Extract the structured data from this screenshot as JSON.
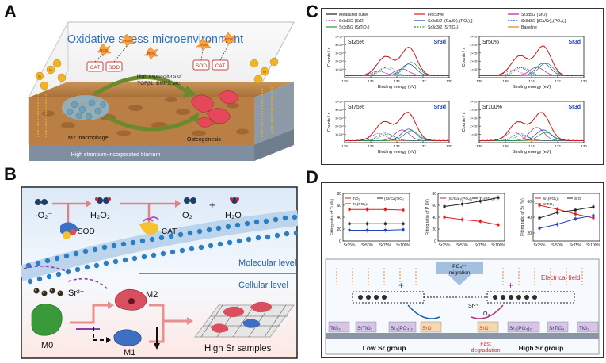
{
  "panels": {
    "a": {
      "letter": "A"
    },
    "b": {
      "letter": "B"
    },
    "c": {
      "letter": "C"
    },
    "d": {
      "letter": "D"
    }
  },
  "panel_a": {
    "banner": "Oxidative stress microenvironment",
    "expression_line1": "High expressions of",
    "expression_line2": "TGFβ1, BMP2, etc.",
    "cat": "CAT",
    "sod": "SOD",
    "ros": "ROS",
    "m2_label": "M2 macrophage",
    "osteo_label": "Osteogenesis",
    "substrate": "High strontium-incorporated titanium",
    "ion": "Sr"
  },
  "panel_b": {
    "o2_radical": "·O₂⁻",
    "h2o2": "H₂O₂",
    "o2": "O₂",
    "plus": "+",
    "h2o": "H₂O",
    "sod": "SOD",
    "cat": "CAT",
    "molecular": "Molecular level",
    "sr_ion": "Sr²⁺",
    "cellular": "Cellular level",
    "m0": "M0",
    "m1": "M1",
    "m2": "M2",
    "samples": "High Sr samples"
  },
  "panel_c": {
    "legend": [
      {
        "label": "Measured curve",
        "color": "#222222",
        "dash": false
      },
      {
        "label": "Fit curve",
        "color": "#e31a1c",
        "dash": false
      },
      {
        "label": "Sr3d5/2 (SrO)",
        "color": "#b0208f",
        "dash": false
      },
      {
        "label": "Sr3d3/2 (SrO)",
        "color": "#b0208f",
        "dash": true
      },
      {
        "label": "Sr3d5/2 [(Ca/Sr)₃(PO₄)₂]",
        "color": "#1f3fbf",
        "dash": false
      },
      {
        "label": "Sr3d3/2 [(Ca/Sr)₃(PO₄)₂]",
        "color": "#1f3fbf",
        "dash": true
      },
      {
        "label": "Sr3d5/2 (SrTiO₃)",
        "color": "#1a9a3a",
        "dash": false
      },
      {
        "label": "Sr3d3/2 (SrTiO₃)",
        "color": "#1a9a3a",
        "dash": true
      },
      {
        "label": "Baseline",
        "color": "#e08a00",
        "dash": false
      }
    ],
    "ylabel": "Counts / s",
    "xlabel": "Binding energy (eV)",
    "tag": "Sr3d",
    "xticks": [
      "138",
      "136",
      "134",
      "132",
      "130"
    ],
    "yticks": [
      "1×10⁴",
      "2×10⁴",
      "3×10⁴",
      "4×10⁴",
      "5×10⁴"
    ],
    "samples": [
      "Sr25%",
      "Sr50%",
      "Sr75%",
      "Sr100%"
    ]
  },
  "panel_d": {
    "charts": [
      {
        "ylabel": "Fitting ratio of Ti (%)",
        "legend": [
          "TiO₂",
          "(Sr/Ca)TiO₃",
          "Ti₃(PO₄)₄"
        ],
        "yticks": [
          "0",
          "20",
          "40",
          "60",
          "80"
        ],
        "xticks": [
          "Sr25%",
          "Sr50%",
          "Sr75%",
          "Sr100%"
        ]
      },
      {
        "ylabel": "Fitting ratio of P (%)",
        "legend": [
          "(Sr/Ca)₃(PO₄)₂",
          "Ti₃(PO₄)₄"
        ],
        "yticks": [
          "0",
          "20",
          "40",
          "60",
          "80"
        ],
        "xticks": [
          "Sr25%",
          "Sr50%",
          "Sr75%",
          "Sr100%"
        ]
      },
      {
        "ylabel": "Fitting ratio of Sr (%)",
        "legend": [
          "Sr₃(PO₄)₂",
          "SrO",
          "SrTiO₃"
        ],
        "yticks": [
          "20",
          "40",
          "60"
        ],
        "xticks": [
          "Sr25%",
          "Sr50%",
          "Sr75%",
          "Sr100%"
        ]
      }
    ],
    "diagram": {
      "migration_line1": "PO₄³⁻",
      "migration_line2": "migration",
      "field": "Electrical field",
      "sr_ion": "Sr²⁺",
      "o2": "O₂",
      "plus": "+",
      "compounds_left": [
        "TiO₂",
        "SrTiO₃",
        "Sr₃(PO₄)₂",
        "SrO"
      ],
      "compounds_right": [
        "SrO",
        "Sr₃(PO₄)₂",
        "SrTiO₃",
        "TiO₂"
      ],
      "fast_line1": "Fast",
      "fast_line2": "degradation",
      "low": "Low Sr group",
      "high": "High Sr group"
    }
  },
  "chart_data": [
    {
      "type": "line",
      "title": "",
      "xlabel": "",
      "ylabel": "Fitting ratio of Ti (%)",
      "categories": [
        "Sr25%",
        "Sr50%",
        "Sr75%",
        "Sr100%"
      ],
      "ylim": [
        0,
        80
      ],
      "series": [
        {
          "name": "TiO₂",
          "values": [
            53,
            53,
            53,
            52
          ],
          "color": "#e31a1c"
        },
        {
          "name": "(Sr/Ca)TiO₃",
          "values": [
            29,
            29,
            29,
            29
          ],
          "color": "#222222"
        },
        {
          "name": "Ti₃(PO₄)₄",
          "values": [
            18,
            18,
            18,
            19
          ],
          "color": "#1f3fbf"
        }
      ]
    },
    {
      "type": "line",
      "title": "",
      "xlabel": "",
      "ylabel": "Fitting ratio of P (%)",
      "categories": [
        "Sr25%",
        "Sr50%",
        "Sr75%",
        "Sr100%"
      ],
      "ylim": [
        0,
        80
      ],
      "series": [
        {
          "name": "(Sr/Ca)₃(PO₄)₂",
          "values": [
            40,
            36,
            33,
            27
          ],
          "color": "#e31a1c"
        },
        {
          "name": "Ti₃(PO₄)₄",
          "values": [
            58,
            62,
            67,
            73
          ],
          "color": "#222222"
        }
      ]
    },
    {
      "type": "line",
      "title": "",
      "xlabel": "",
      "ylabel": "Fitting ratio of Sr (%)",
      "categories": [
        "Sr25%",
        "Sr50%",
        "Sr75%",
        "Sr100%"
      ],
      "ylim": [
        10,
        70
      ],
      "series": [
        {
          "name": "Sr₃(PO₄)₂",
          "values": [
            55,
            50,
            44,
            39
          ],
          "color": "#e31a1c"
        },
        {
          "name": "SrO",
          "values": [
            39,
            46,
            49,
            53
          ],
          "color": "#222222"
        },
        {
          "name": "SrTiO₃",
          "values": [
            26,
            31,
            38,
            42
          ],
          "color": "#1f3fbf"
        }
      ]
    },
    {
      "type": "line",
      "title": "",
      "xlabel": "Binding energy (eV)",
      "ylabel": "Counts / s",
      "xlim": [
        138,
        130
      ],
      "ylim": [
        0,
        50000
      ],
      "samples": [
        "Sr25%",
        "Sr50%",
        "Sr75%",
        "Sr100%"
      ],
      "peaks_ev": {
        "SrO": [
          133.6,
          135.4
        ],
        "(Ca/Sr)3(PO4)2": [
          133.1,
          134.9
        ],
        "SrTiO3": [
          132.9,
          134.7
        ]
      },
      "peak_heights": {
        "Sr25%": [
          8000,
          14000,
          16000
        ],
        "Sr50%": [
          10000,
          15000,
          15000
        ],
        "Sr75%": [
          13000,
          14000,
          12000
        ],
        "Sr100%": [
          16000,
          13000,
          10000
        ]
      },
      "max_counts": {
        "Sr25%": 30000,
        "Sr50%": 34000,
        "Sr75%": 38000,
        "Sr100%": 42000
      }
    }
  ]
}
